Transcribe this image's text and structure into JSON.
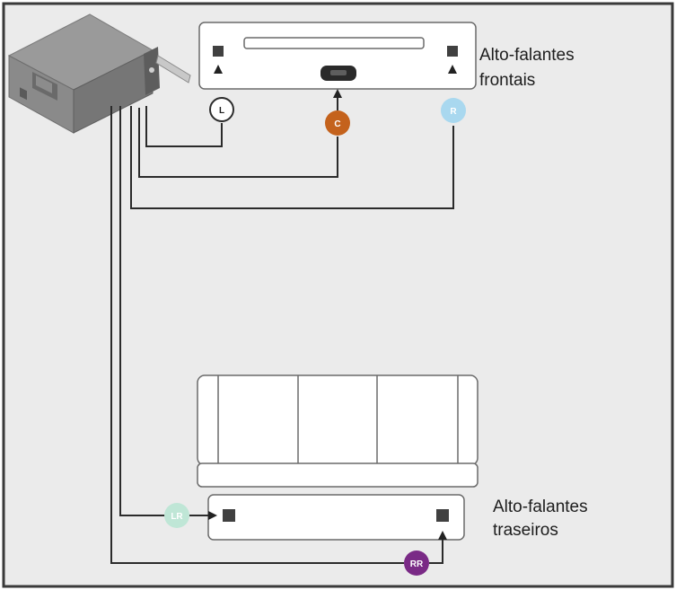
{
  "labels": {
    "front_line1": "Alto-falantes",
    "front_line2": "frontais",
    "rear_line1": "Alto-falantes",
    "rear_line2": "traseiros"
  },
  "channels": {
    "left": "L",
    "center": "C",
    "right": "R",
    "rear_left": "LR",
    "rear_right": "RR"
  },
  "colors": {
    "background": "#ebebeb",
    "frame": "#3a3a3a",
    "left": "#ffffff",
    "center": "#c4621c",
    "right": "#a9d8ef",
    "rear_left": "#bfe6d6",
    "rear_right": "#7a2a86"
  }
}
